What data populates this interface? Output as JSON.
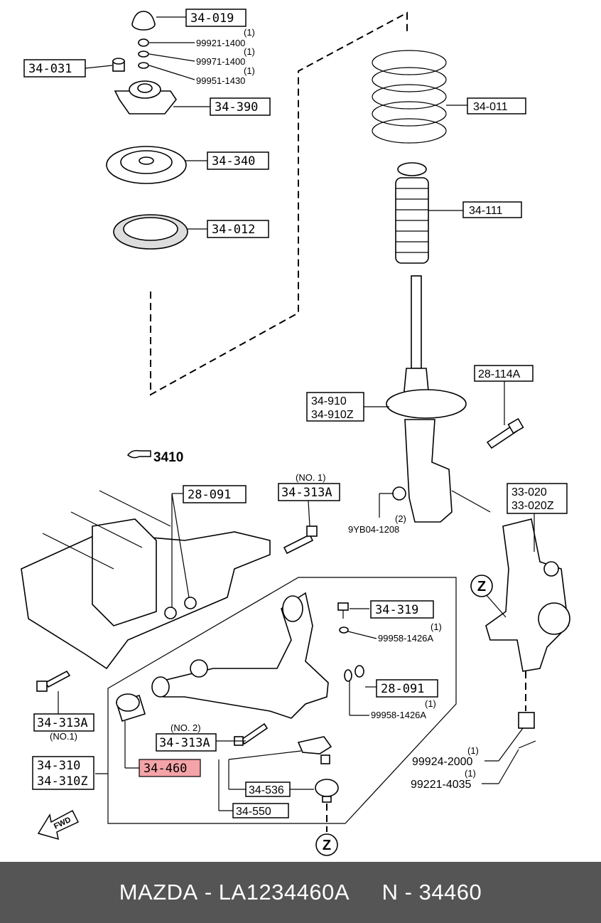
{
  "diagram": {
    "section_ref": "3410",
    "labels": {
      "p34019": "34-019",
      "p99921": "99921-1400",
      "q1a": "(1)",
      "p99971": "99971-1400",
      "q1b": "(1)",
      "p99951": "99951-1430",
      "q1c": "(1)",
      "p34031": "34-031",
      "p34390": "34-390",
      "p34340": "34-340",
      "p34012": "34-012",
      "p34011": "34-011",
      "p34111": "34-111",
      "p28114a": "28-114A",
      "p34910": "34-910",
      "p34910z": "34-910Z",
      "p28091a": "28-091",
      "no1a": "(NO. 1)",
      "p34313a_top": "34-313A",
      "p9yb04": "9YB04-1208",
      "q2": "(2)",
      "p33020": "33-020",
      "p33020z": "33-020Z",
      "p34319": "34-319",
      "q1d": "(1)",
      "p99958a": "99958-1426A",
      "p28091b": "28-091",
      "q1e": "(1)",
      "p99958b": "99958-1426A",
      "p34313a_left": "34-313A",
      "no1b": "(NO.1)",
      "no2": "(NO. 2)",
      "p34313a_mid": "34-313A",
      "p34310": "34-310",
      "p34310z": "34-310Z",
      "p34460": "34-460",
      "p34536": "34-536",
      "p34550": "34-550",
      "q1f": "(1)",
      "p99924": "99924-2000",
      "q1g": "(1)",
      "p99221": "99221-4035",
      "z_top": "Z",
      "z_bottom": "Z",
      "fwd": "FWD"
    },
    "highlight_color": "#f4a3a8"
  },
  "footer": {
    "brand": "MAZDA",
    "separator": " - ",
    "part_number": "LA1234460A",
    "gap": "     ",
    "catalog_ref": "N - 34460"
  }
}
